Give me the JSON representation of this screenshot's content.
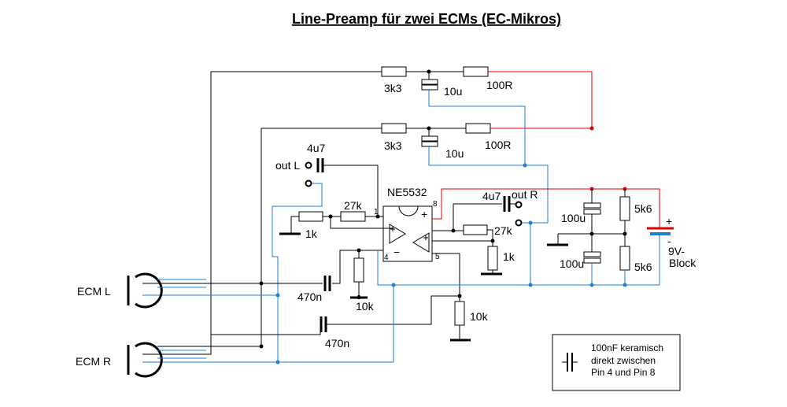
{
  "title": "Line-Preamp für zwei ECMs (EC-Mikros)",
  "chip": "NE5532",
  "components": {
    "r_top_1": "3k3",
    "r_top_2": "100R",
    "c_top": "10u",
    "r_mid_1": "3k3",
    "r_mid_2": "100R",
    "c_mid": "10u",
    "c_out_l": "4u7",
    "out_l": "out L",
    "c_out_r": "4u7",
    "out_r": "out R",
    "r_fb_l": "27k",
    "r_gnd_l": "1k",
    "r_fb_r": "27k",
    "r_gnd_r": "1k",
    "c_in_l": "470n",
    "r_bias_l": "10k",
    "c_in_r": "470n",
    "r_bias_r": "10k",
    "c_sup_1": "100u",
    "c_sup_2": "100u",
    "r_div_1": "5k6",
    "r_div_2": "5k6",
    "ecm_l": "ECM L",
    "ecm_r": "ECM R"
  },
  "battery": {
    "plus": "+",
    "minus": "-",
    "label_1": "9V-",
    "label_2": "Block"
  },
  "pins": {
    "p1": "1",
    "p4": "4",
    "p5": "5",
    "p8": "8",
    "plus": "+",
    "minus": "−"
  },
  "note": {
    "line_1": "100nF keramisch",
    "line_2": "direkt zwischen",
    "line_3": "Pin 4 und Pin 8"
  },
  "colors": {
    "supply_wire": "#e00000",
    "bias_wire": "#1e7fd6",
    "signal_wire": "#000000"
  }
}
